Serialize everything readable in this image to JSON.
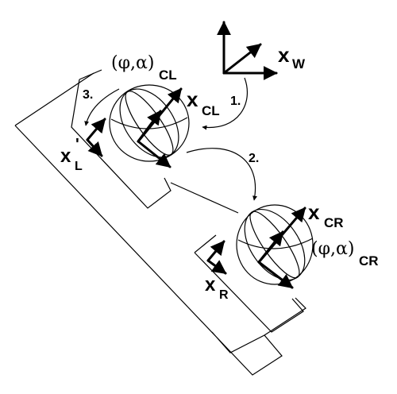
{
  "labels": {
    "world_frame": "x",
    "world_sub": "W",
    "cam_left": "x",
    "cam_left_sub": "CL",
    "cam_right": "x",
    "cam_right_sub": "CR",
    "img_left": "x",
    "img_left_sub": "L",
    "img_left_prime": "'",
    "img_right": "x",
    "img_right_sub": "R",
    "img_right_prime": "'",
    "angles_left": "(φ,α)",
    "angles_left_sub": "CL",
    "angles_right": "(φ,α)",
    "angles_right_sub": "CR",
    "step1": "1.",
    "step2": "2.",
    "step3": "3."
  }
}
